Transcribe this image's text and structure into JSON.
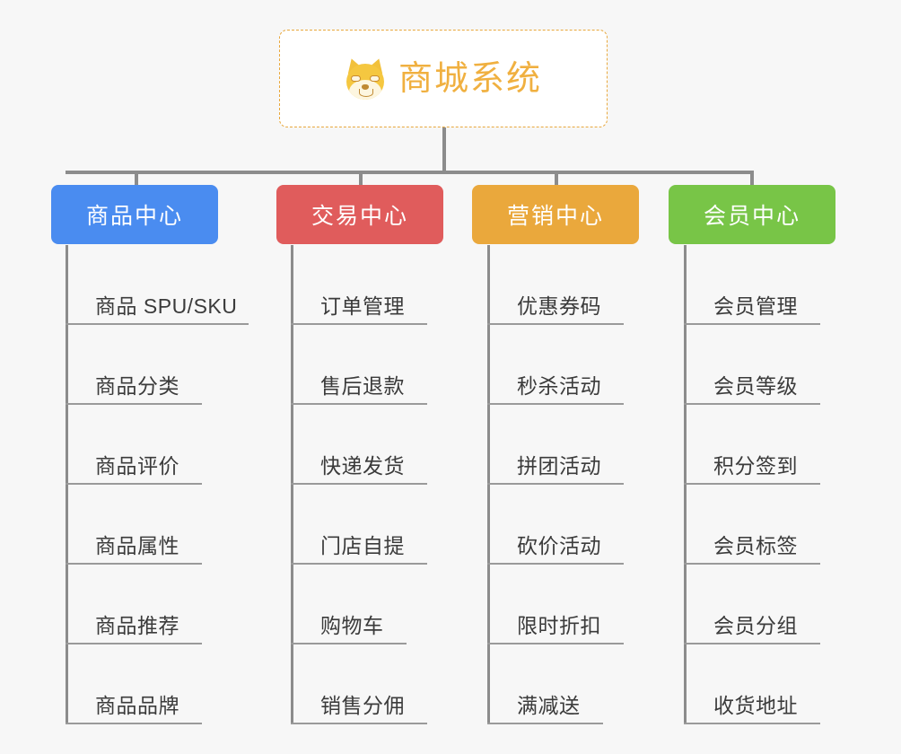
{
  "page": {
    "background_color": "#f7f7f7",
    "title": "商城系统"
  },
  "root": {
    "label": "商城系统",
    "icon": "shiba-dog-face-icon",
    "text_color": "#f0b040",
    "border_color": "#e8a83d",
    "background_color": "#ffffff"
  },
  "branches": [
    {
      "title": "商品中心",
      "color": "#4a8cf0",
      "items": [
        {
          "label": "商品 SPU/SKU"
        },
        {
          "label": "商品分类"
        },
        {
          "label": "商品评价"
        },
        {
          "label": "商品属性"
        },
        {
          "label": "商品推荐"
        },
        {
          "label": "商品品牌"
        }
      ]
    },
    {
      "title": "交易中心",
      "color": "#e05c5c",
      "items": [
        {
          "label": "订单管理"
        },
        {
          "label": "售后退款"
        },
        {
          "label": "快递发货"
        },
        {
          "label": "门店自提"
        },
        {
          "label": "购物车"
        },
        {
          "label": "销售分佣"
        }
      ]
    },
    {
      "title": "营销中心",
      "color": "#eaa83c",
      "items": [
        {
          "label": "优惠券码"
        },
        {
          "label": "秒杀活动"
        },
        {
          "label": "拼团活动"
        },
        {
          "label": "砍价活动"
        },
        {
          "label": "限时折扣"
        },
        {
          "label": "满减送"
        }
      ]
    },
    {
      "title": "会员中心",
      "color": "#78c547",
      "items": [
        {
          "label": "会员管理"
        },
        {
          "label": "会员等级"
        },
        {
          "label": "积分签到"
        },
        {
          "label": "会员标签"
        },
        {
          "label": "会员分组"
        },
        {
          "label": "收货地址"
        }
      ]
    }
  ],
  "connector": {
    "color": "#8c8c8c"
  }
}
